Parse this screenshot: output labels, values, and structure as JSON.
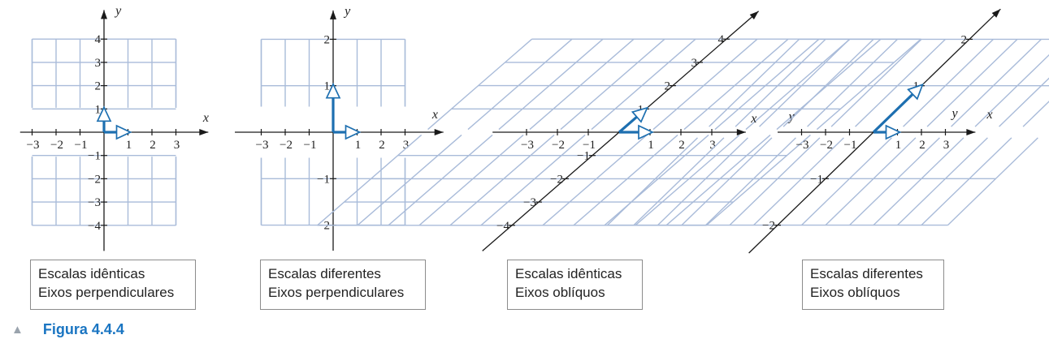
{
  "panels": [
    {
      "caption": [
        "Escalas idênticas",
        "Eixos perpendiculares"
      ],
      "x_label": "x",
      "y_label": "y",
      "x_ticks": [
        "−3",
        "−2",
        "−1",
        "1",
        "2",
        "3"
      ],
      "y_ticks": [
        "4",
        "3",
        "2",
        "1",
        "−1",
        "−2",
        "−3",
        "−4"
      ]
    },
    {
      "caption": [
        "Escalas diferentes",
        "Eixos perpendiculares"
      ],
      "x_label": "x",
      "y_label": "y",
      "x_ticks": [
        "−3",
        "−2",
        "−1",
        "1",
        "2",
        "3"
      ],
      "y_ticks": [
        "2",
        "1",
        "−1",
        "−2"
      ]
    },
    {
      "caption": [
        "Escalas idênticas",
        "Eixos oblíquos"
      ],
      "x_label": "x",
      "y_label": "y",
      "x_ticks": [
        "−3",
        "−2",
        "−1",
        "1",
        "2",
        "3"
      ],
      "y_ticks": [
        "4",
        "3",
        "2",
        "1",
        "−1",
        "−2",
        "−3",
        "−4"
      ]
    },
    {
      "caption": [
        "Escalas diferentes",
        "Eixos oblíquos"
      ],
      "x_label": "x",
      "y_label": "y",
      "x_ticks": [
        "−3",
        "−2",
        "−1",
        "1",
        "2",
        "3"
      ],
      "y_ticks": [
        "2",
        "1",
        "−1",
        "−2"
      ]
    }
  ],
  "figure_title": "Figura 4.4.4",
  "colors": {
    "grid": "#a9bbd9",
    "axis": "#1a1a1a",
    "vector": "#1d6fb0",
    "title": "#1a75c2"
  }
}
